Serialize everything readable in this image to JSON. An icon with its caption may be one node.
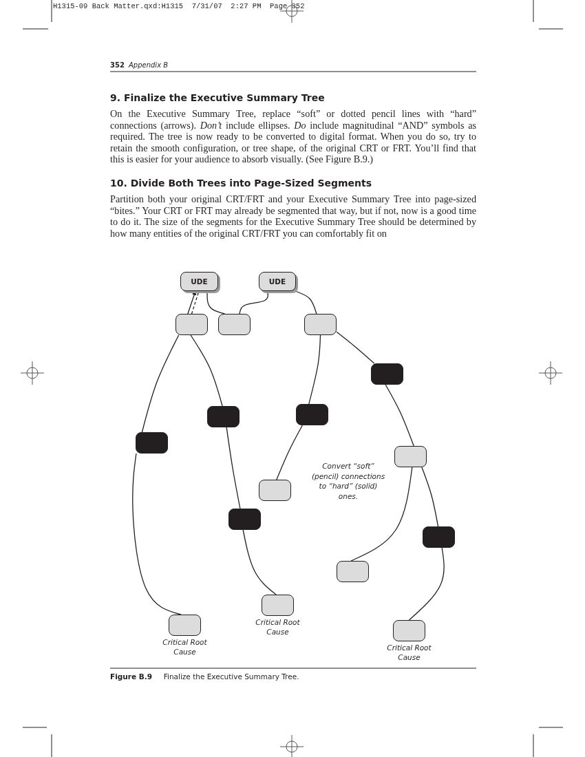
{
  "diagram": {
    "caption": "**Figure B.9**     Finalize the Executive Summary Tree.",
    "nodes": [
      {
        "text": [
          "UDE"
        ]
      },
      {
        "text": [
          "UDE"
        ]
      },
      {
        "text": [],
        "shape": "box"
      },
      {
        "text": [],
        "shape": "box"
      },
      {
        "text": [],
        "shape": "box"
      },
      {
        "text": [],
        "shape": "box"
      },
      {
        "text": [],
        "shape": "box"
      },
      {
        "text": [],
        "shape": "box"
      },
      {
        "text": [],
        "shape": "box"
      },
      {
        "text": [],
        "shape": "box"
      },
      {
        "text": [],
        "shape": "box"
      },
      {
        "text": [],
        "shape": "box"
      },
      {
        "text": [],
        "shape": "box"
      },
      {
        "text": [],
        "shape": "box"
      },
      {
        "text": [],
        "shape": "box",
        "beside": [
          "Critical Root Cause"
        ]
      },
      {
        "text": [],
        "shape": "box",
        "beside": [
          "Critical Root Cause"
        ]
      },
      {
        "text": [],
        "shape": "box",
        "beside": [
          "Critical Root Cause"
        ]
      }
    ],
    "edges": [
      {
        "from": 2,
        "to": 0,
        "arrow": "to"
      },
      {
        "from": 2,
        "to": 0,
        "arrow": "none",
        "style": "dashed"
      },
      {
        "from": 3,
        "to": 0,
        "arrow": "none"
      },
      {
        "from": 3,
        "to": 1,
        "arrow": "none"
      },
      {
        "from": 4,
        "to": 1,
        "arrow": "none"
      },
      {
        "from": 8,
        "to": 2,
        "arrow": "none"
      },
      {
        "from": 15,
        "to": 8,
        "arrow": "none"
      },
      {
        "from": 6,
        "to": 2,
        "arrow": "none"
      },
      {
        "from": 11,
        "to": 6,
        "arrow": "none"
      },
      {
        "from": 14,
        "to": 11,
        "arrow": "none"
      },
      {
        "from": 7,
        "to": 4,
        "arrow": "none"
      },
      {
        "from": 10,
        "to": 7,
        "arrow": "none"
      },
      {
        "from": 5,
        "to": 4,
        "arrow": "none"
      },
      {
        "from": 9,
        "to": 5,
        "arrow": "none"
      },
      {
        "from": 13,
        "to": 9,
        "arrow": "none"
      },
      {
        "from": 12,
        "to": 9,
        "arrow": "none"
      },
      {
        "from": 16,
        "to": 12,
        "arrow": "none"
      }
    ],
    "labels": [
      "H1315-09 Back Matter.qxd:H1315  7/31/07  2:27 PM  Page 352",
      "352",
      "Appendix B",
      "9. Finalize the Executive Summary Tree",
      "On the Executive Summary Tree, replace “soft” or dotted pencil lines with “hard” connections (arrows). *Don’t* include ellipses. *Do* include magnitudinal “AND” symbols as required. The tree is now ready to be converted to digital format. When you do so, try to retain the smooth configuration, or tree shape, of the original CRT or FRT. You’ll find that this is easier for your audience to absorb visually. (See Figure B.9.)",
      "10. Divide Both Trees into Page-Sized Segments",
      "Partition both your original CRT/FRT and your Executive Summary Tree into page-sized “bites.” Your CRT or FRT may already be segmented that way, but if not, now is a good time to do it. The size of the segments for the Executive Summary Tree should be determined by how many entities of the original CRT/FRT you can comfortably fit on",
      "Convert “soft” (pencil) connections to “hard” (solid) ones."
    ]
  }
}
